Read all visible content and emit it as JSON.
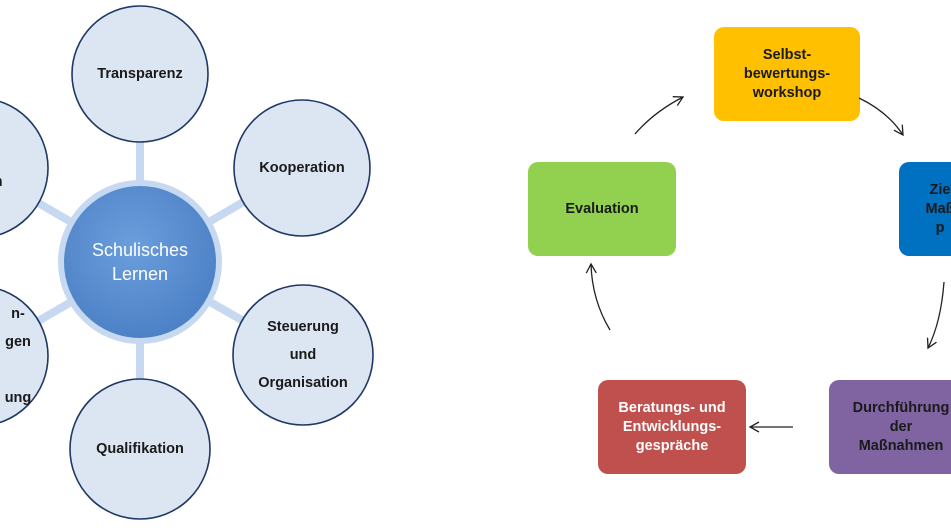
{
  "left_diagram": {
    "center_lines": [
      "Schulisches",
      "Lernen"
    ],
    "nodes": [
      {
        "id": "top",
        "lines": [
          "Transparenz"
        ]
      },
      {
        "id": "upper-right",
        "lines": [
          "Kooperation"
        ]
      },
      {
        "id": "lower-right",
        "lines": [
          "Steuerung",
          "und",
          "Organisation"
        ]
      },
      {
        "id": "bottom",
        "lines": [
          "Qualifikation"
        ]
      },
      {
        "id": "lower-left",
        "lines": [
          "n-",
          "gen",
          "",
          "ung"
        ]
      },
      {
        "id": "upper-left",
        "lines": [
          "",
          "am"
        ]
      }
    ]
  },
  "right_diagram": {
    "steps": [
      {
        "id": "selbstbewertung",
        "lines": [
          "Selbst-",
          "bewertungs-",
          "workshop"
        ],
        "color": "#FFC000",
        "text_color": "dark"
      },
      {
        "id": "ziel",
        "lines": [
          "Zie",
          "Maß",
          "p"
        ],
        "color": "#0070C0",
        "text_color": "dark"
      },
      {
        "id": "durchfuehrung",
        "lines": [
          "Durchführung",
          "der",
          "Maßnahmen"
        ],
        "color": "#8064A2",
        "text_color": "dark"
      },
      {
        "id": "beratung",
        "lines": [
          "Beratungs- und",
          "Entwicklungs-",
          "gespräche"
        ],
        "color": "#C0504D",
        "text_color": "light"
      },
      {
        "id": "evaluation",
        "lines": [
          "Evaluation"
        ],
        "color": "#92D050",
        "text_color": "dark"
      }
    ]
  },
  "colors": {
    "spoke_circle_fill": "#DCE6F2",
    "spoke_circle_stroke": "#1F3864",
    "center_fill": "#558ED5",
    "spoke_line": "#C6D9F1",
    "arrow": "#222222"
  }
}
